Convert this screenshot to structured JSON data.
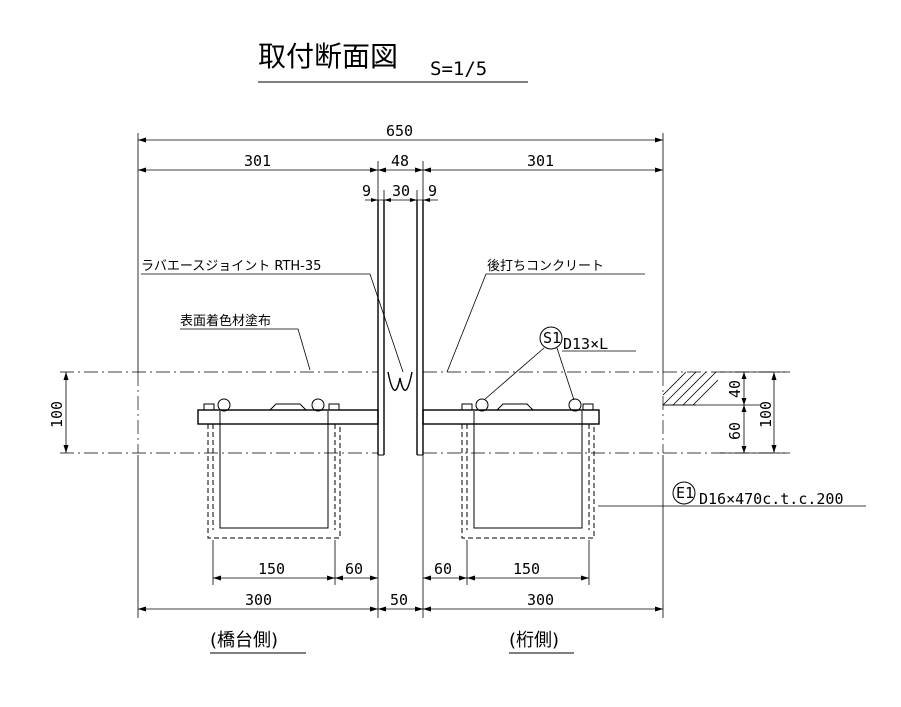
{
  "title": "取付断面図",
  "scale": "S=1/5",
  "labels": {
    "joint": "ラバエースジョイント RTH-35",
    "after_concrete": "後打ちコンクリート",
    "surface_coating": "表面着色材塗布",
    "s1_mark": "S1",
    "s1_spec": "D13×L",
    "e1_mark": "E1",
    "e1_spec": "D16×470c.t.c.200"
  },
  "dimensions": {
    "total": "650",
    "left_half": "301",
    "gap_top": "48",
    "right_half": "301",
    "small_left": "9",
    "small_mid": "30",
    "small_right": "9",
    "height_left": "100",
    "height_top": "40",
    "height_bottom": "60",
    "height_right": "100",
    "left_150": "150",
    "left_60": "60",
    "right_60": "60",
    "right_150": "150",
    "bottom_left": "300",
    "bottom_gap": "50",
    "bottom_right": "300"
  },
  "sides": {
    "left": "(橋台側)",
    "right": "(桁側)"
  }
}
